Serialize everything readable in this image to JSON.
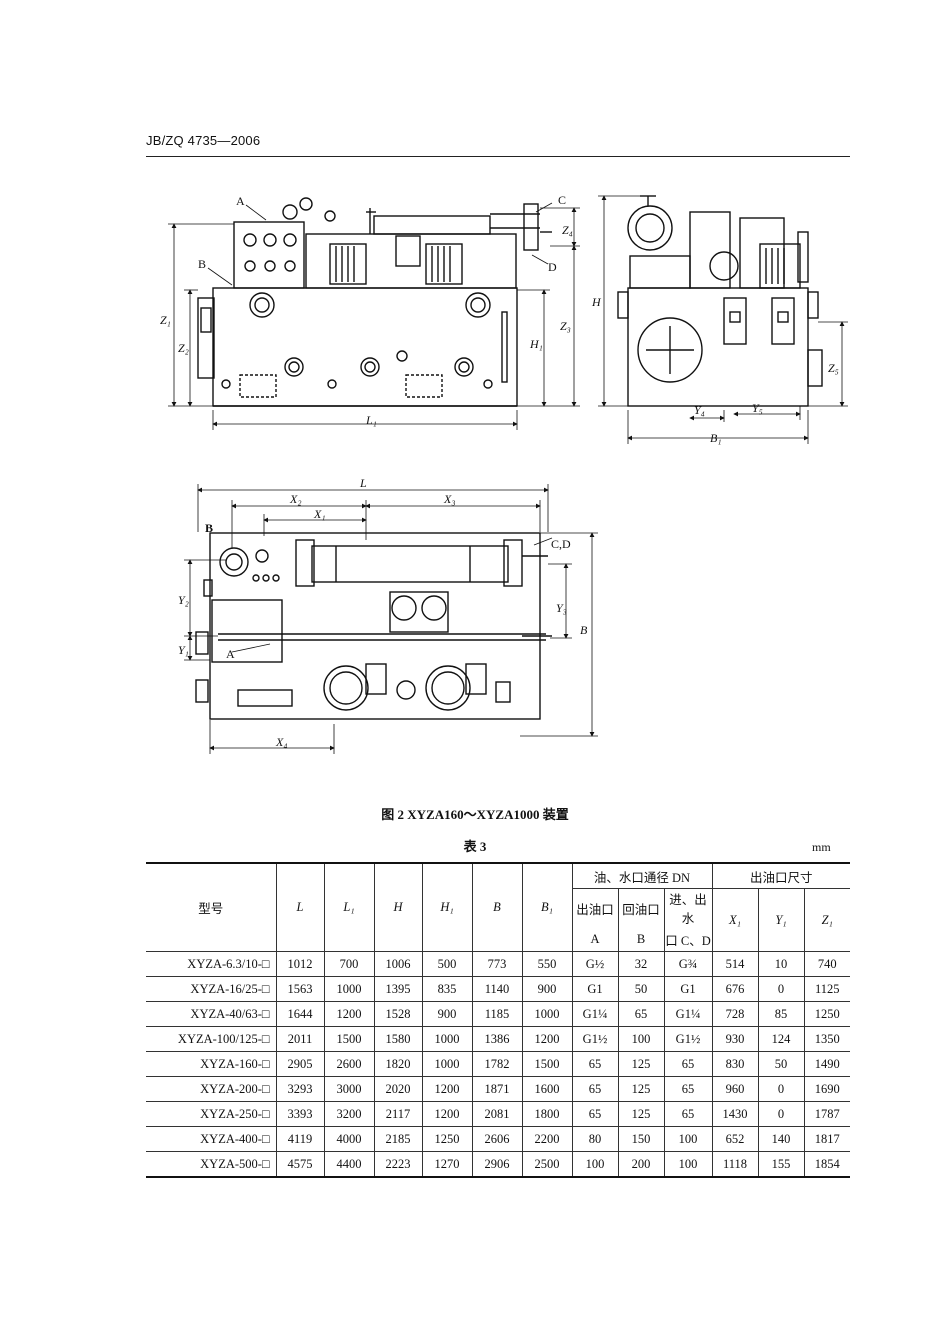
{
  "header": {
    "doc_code": "JB/ZQ 4735—2006"
  },
  "figure": {
    "caption": "图 2   XYZA160～XYZA1000 装置",
    "labels": {
      "a": "A",
      "b": "B",
      "c": "C",
      "d": "D",
      "cd": "C,D",
      "z1": "Z₁",
      "z2": "Z₂",
      "z3": "Z₃",
      "z4": "Z₄",
      "z5": "Z₅",
      "h": "H",
      "h1": "H₁",
      "l": "L",
      "l1": "L₁",
      "x1": "X₁",
      "x2": "X₂",
      "x3": "X₃",
      "x4": "X₄",
      "y1": "Y₁",
      "y2": "Y₂",
      "y3": "Y₃",
      "y4": "Y₄",
      "y5": "Y₅",
      "b1": "B₁"
    }
  },
  "table": {
    "title": "表 3",
    "unit": "mm",
    "headers": {
      "model": "型号",
      "L": "L",
      "L1": "L₁",
      "H": "H",
      "H1": "H₁",
      "B": "B",
      "B1": "B₁",
      "dn_group": "油、水口通径 DN",
      "out_group": "出油口尺寸",
      "dn_a_line1": "出油口",
      "dn_a_line2": "A",
      "dn_b_line1": "回油口",
      "dn_b_line2": "B",
      "dn_cd_line1": "进、出水",
      "dn_cd_line2": "口 C、D",
      "X1": "X₁",
      "Y1": "Y₁",
      "Z1": "Z₁"
    },
    "rows": [
      [
        "XYZA-6.3/10-□",
        "1012",
        "700",
        "1006",
        "500",
        "773",
        "550",
        "G½",
        "32",
        "G¾",
        "514",
        "10",
        "740"
      ],
      [
        "XYZA-16/25-□",
        "1563",
        "1000",
        "1395",
        "835",
        "1140",
        "900",
        "G1",
        "50",
        "G1",
        "676",
        "0",
        "1125"
      ],
      [
        "XYZA-40/63-□",
        "1644",
        "1200",
        "1528",
        "900",
        "1185",
        "1000",
        "G1¼",
        "65",
        "G1¼",
        "728",
        "85",
        "1250"
      ],
      [
        "XYZA-100/125-□",
        "2011",
        "1500",
        "1580",
        "1000",
        "1386",
        "1200",
        "G1½",
        "100",
        "G1½",
        "930",
        "124",
        "1350"
      ],
      [
        "XYZA-160-□",
        "2905",
        "2600",
        "1820",
        "1000",
        "1782",
        "1500",
        "65",
        "125",
        "65",
        "830",
        "50",
        "1490"
      ],
      [
        "XYZA-200-□",
        "3293",
        "3000",
        "2020",
        "1200",
        "1871",
        "1600",
        "65",
        "125",
        "65",
        "960",
        "0",
        "1690"
      ],
      [
        "XYZA-250-□",
        "3393",
        "3200",
        "2117",
        "1200",
        "2081",
        "1800",
        "65",
        "125",
        "65",
        "1430",
        "0",
        "1787"
      ],
      [
        "XYZA-400-□",
        "4119",
        "4000",
        "2185",
        "1250",
        "2606",
        "2200",
        "80",
        "150",
        "100",
        "652",
        "140",
        "1817"
      ],
      [
        "XYZA-500-□",
        "4575",
        "4400",
        "2223",
        "1270",
        "2906",
        "2500",
        "100",
        "200",
        "100",
        "1118",
        "155",
        "1854"
      ]
    ]
  }
}
